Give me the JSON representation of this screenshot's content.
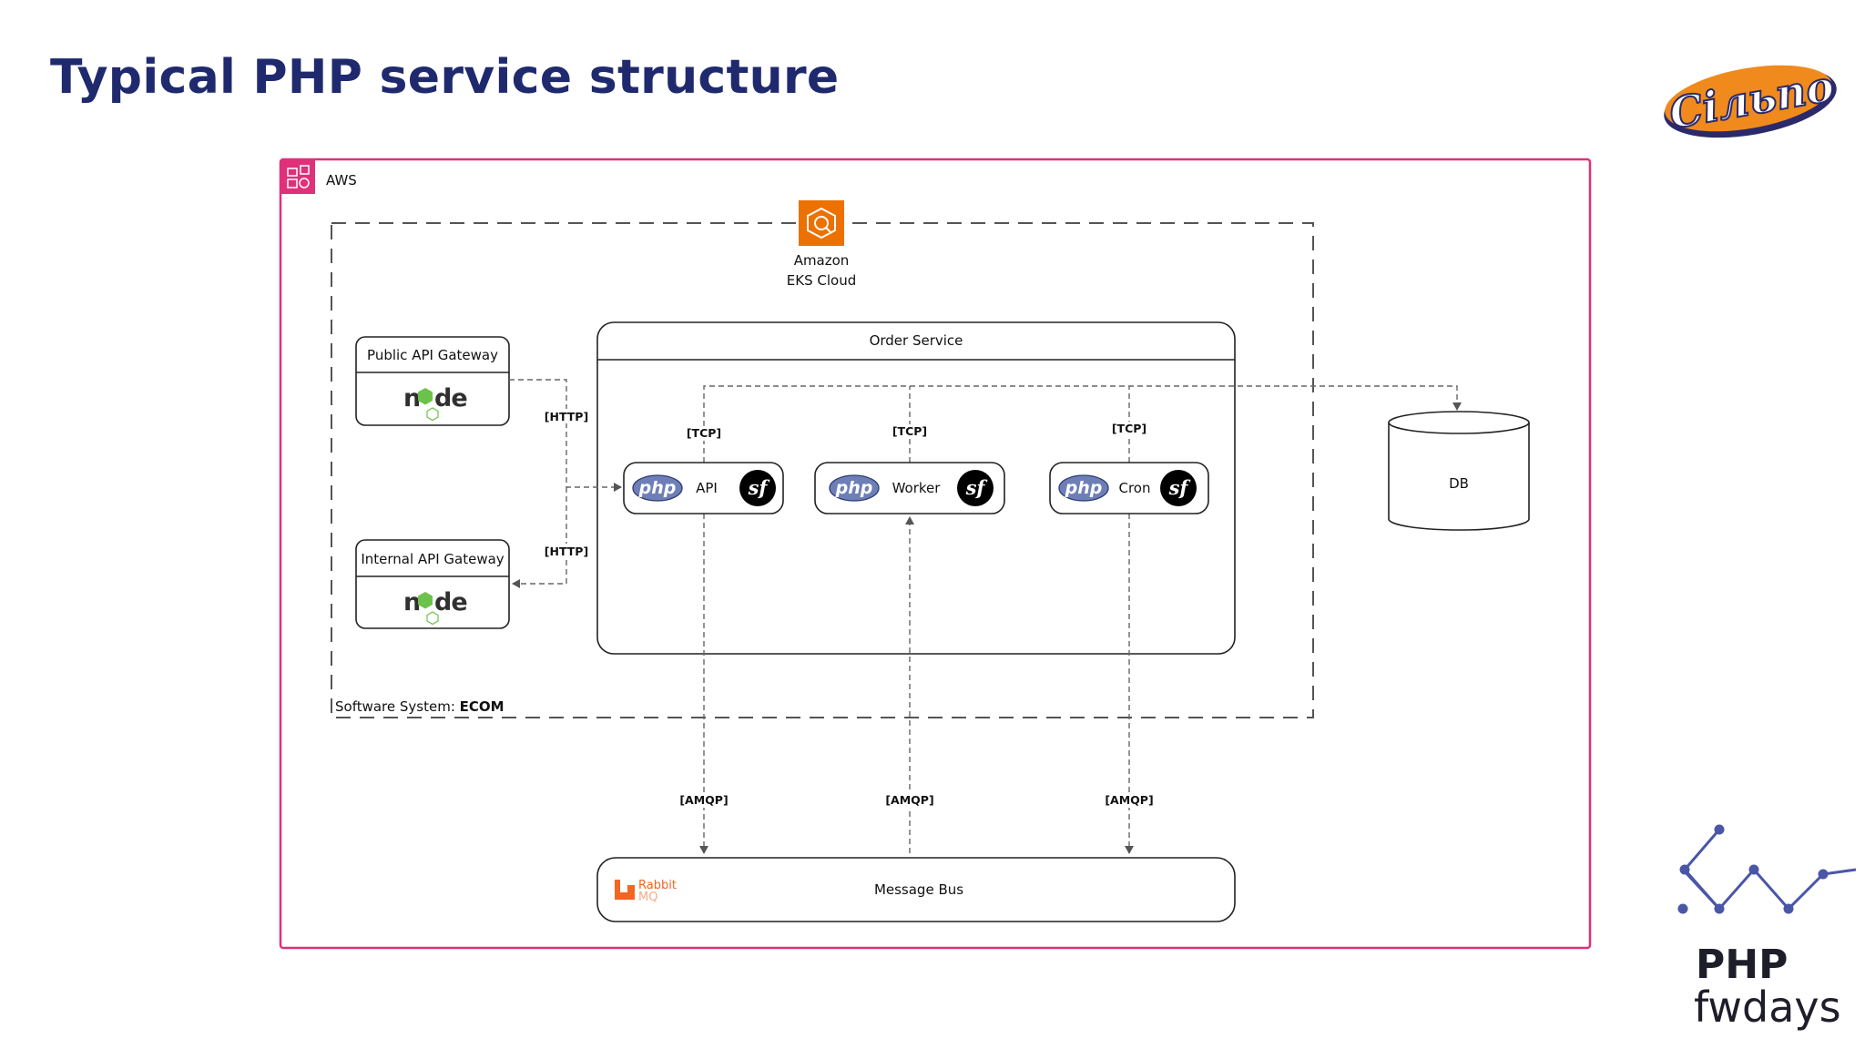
{
  "slide": {
    "title": "Typical PHP service structure"
  },
  "diagram": {
    "aws_label": "AWS",
    "eks": {
      "line1": "Amazon",
      "line2": "EKS Cloud"
    },
    "software_system": {
      "prefix": "Software System: ",
      "name": "ECOM"
    },
    "public_gateway": {
      "title": "Public API Gateway",
      "logo_text_left": "n",
      "logo_text_right": "de"
    },
    "internal_gateway": {
      "title": "Internal API Gateway",
      "logo_text_left": "n",
      "logo_text_right": "de"
    },
    "order_service": {
      "title": "Order Service"
    },
    "components": [
      {
        "label": "API",
        "php": "php",
        "sf": "sf"
      },
      {
        "label": "Worker",
        "php": "php",
        "sf": "sf"
      },
      {
        "label": "Cron",
        "php": "php",
        "sf": "sf"
      }
    ],
    "db": {
      "label": "DB"
    },
    "message_bus": {
      "label": "Message Bus",
      "logo_line1": "Rabbit",
      "logo_line2": "MQ"
    },
    "edge_labels": {
      "http_public": "[HTTP]",
      "http_internal": "[HTTP]",
      "tcp_api": "[TCP]",
      "tcp_worker": "[TCP]",
      "tcp_cron": "[TCP]",
      "amqp_api": "[AMQP]",
      "amqp_worker": "[AMQP]",
      "amqp_cron": "[AMQP]"
    },
    "colors": {
      "aws_border": "#e0307a",
      "eks_orange": "#ed7100",
      "php_blue": "#6e7fb8",
      "node_green": "#6cc24a",
      "rabbit_orange": "#f26522",
      "title_navy": "#1f2a6e"
    }
  },
  "branding": {
    "silno_logo_text": "Сільпо",
    "fwdays_line1": "PHP",
    "fwdays_line2": "fwdays"
  }
}
